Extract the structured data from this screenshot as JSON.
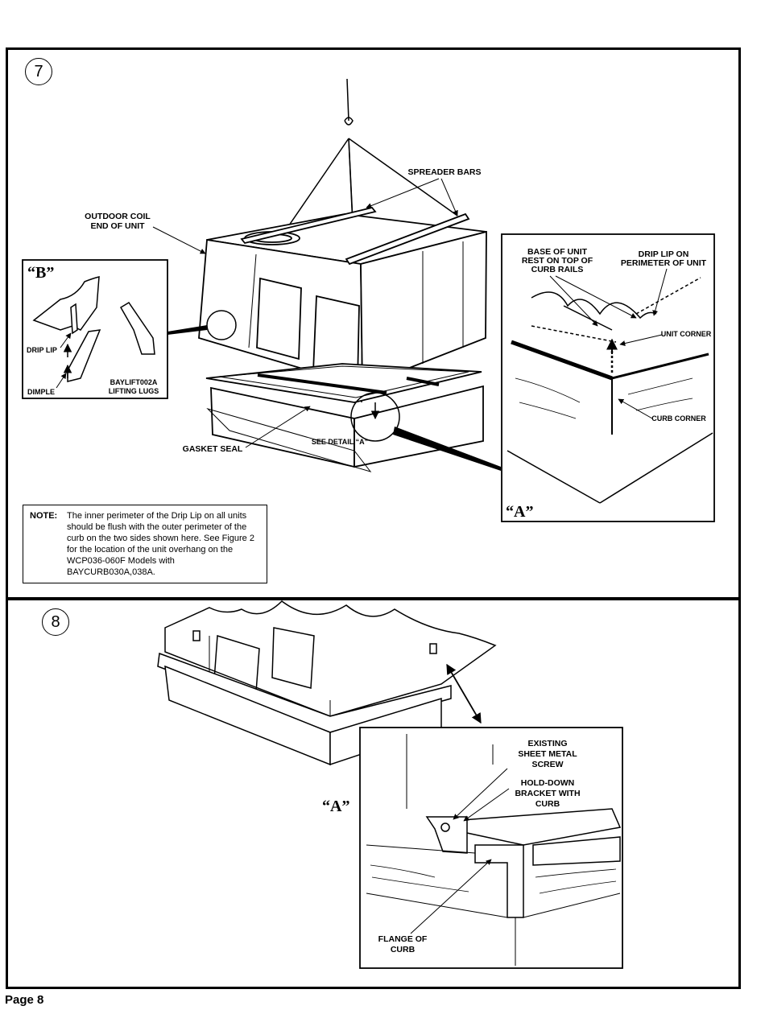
{
  "steps": {
    "step7": "7",
    "step8": "8"
  },
  "labels7": {
    "spreader_bars": "SPREADER BARS",
    "outdoor_coil_1": "OUTDOOR COIL",
    "outdoor_coil_2": "END OF UNIT",
    "gasket_seal": "GASKET SEAL",
    "see_detail": "SEE DETAIL “A”",
    "detail_b": "“B”",
    "drip_lip": "DRIP LIP",
    "dimple": "DIMPLE",
    "lugs_1": "BAYLIFT002A",
    "lugs_2": "LIFTING LUGS",
    "detail_a": "“A”",
    "base_1": "BASE OF UNIT",
    "base_2": "REST ON TOP OF",
    "base_3": "CURB RAILS",
    "drip_perim_1": "DRIP LIP ON",
    "drip_perim_2": "PERIMETER OF UNIT",
    "unit_corner": "UNIT CORNER",
    "curb_corner": "CURB CORNER"
  },
  "note": {
    "heading": "NOTE:",
    "text": "The inner perimeter of the Drip Lip on all units should be flush with the outer perimeter of the curb on the two sides shown here. See Figure 2 for the location of the unit overhang on the WCP036-060F Models with BAYCURB030A,038A."
  },
  "labels8": {
    "detail_a": "“A”",
    "screw_1": "EXISTING",
    "screw_2": "SHEET METAL",
    "screw_3": "SCREW",
    "bracket_1": "HOLD-DOWN",
    "bracket_2": "BRACKET WITH",
    "bracket_3": "CURB",
    "flange_1": "FLANGE OF",
    "flange_2": "CURB"
  },
  "footer": {
    "page": "Page 8"
  }
}
